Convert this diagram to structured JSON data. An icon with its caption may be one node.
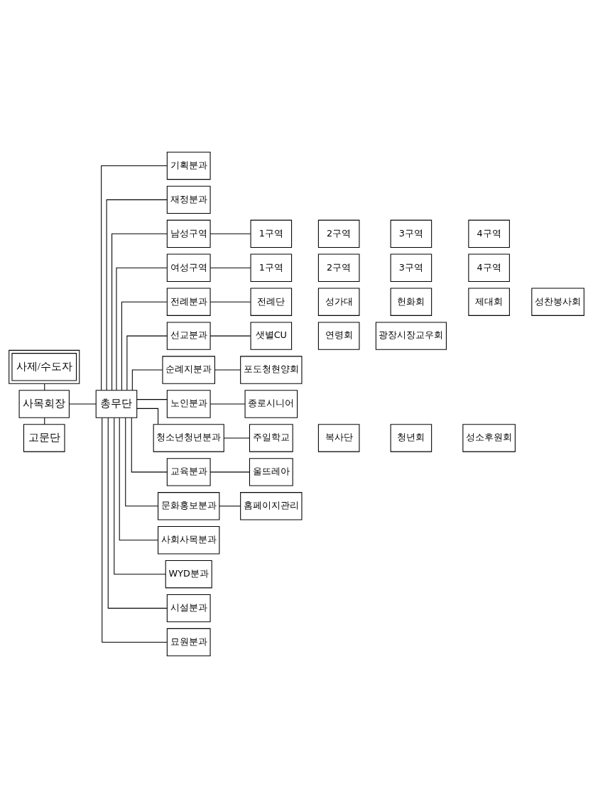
{
  "diagram": {
    "nodes": [
      {
        "text": [
          "사제/수도자"
        ]
      },
      {
        "text": [
          "사목회장"
        ]
      },
      {
        "text": [
          "고문단"
        ]
      },
      {
        "text": [
          "총무단"
        ]
      },
      {
        "text": [
          "기획분과"
        ]
      },
      {
        "text": [
          "재정분과"
        ]
      },
      {
        "text": [
          "남성구역"
        ]
      },
      {
        "text": [
          "여성구역"
        ]
      },
      {
        "text": [
          "전례분과"
        ]
      },
      {
        "text": [
          "선교분과"
        ]
      },
      {
        "text": [
          "순례지분과"
        ]
      },
      {
        "text": [
          "노인분과"
        ]
      },
      {
        "text": [
          "청소년청년분과"
        ]
      },
      {
        "text": [
          "교육분과"
        ]
      },
      {
        "text": [
          "문화홍보분과"
        ]
      },
      {
        "text": [
          "사회사목분과"
        ]
      },
      {
        "text": [
          "WYD분과"
        ]
      },
      {
        "text": [
          "시설분과"
        ]
      },
      {
        "text": [
          "묘원분과"
        ]
      },
      {
        "text": [
          "1구역"
        ]
      },
      {
        "text": [
          "2구역"
        ]
      },
      {
        "text": [
          "3구역"
        ]
      },
      {
        "text": [
          "4구역"
        ]
      },
      {
        "text": [
          "1구역"
        ]
      },
      {
        "text": [
          "2구역"
        ]
      },
      {
        "text": [
          "3구역"
        ]
      },
      {
        "text": [
          "4구역"
        ]
      },
      {
        "text": [
          "전례단"
        ]
      },
      {
        "text": [
          "성가대"
        ]
      },
      {
        "text": [
          "헌화회"
        ]
      },
      {
        "text": [
          "제대회"
        ]
      },
      {
        "text": [
          "성찬봉사회"
        ]
      },
      {
        "text": [
          "샛별CU"
        ]
      },
      {
        "text": [
          "연령회"
        ]
      },
      {
        "text": [
          "광장시장교우회"
        ]
      },
      {
        "text": [
          "포도청현양회"
        ]
      },
      {
        "text": [
          "종로시니어"
        ]
      },
      {
        "text": [
          "주일학교"
        ]
      },
      {
        "text": [
          "복사단"
        ]
      },
      {
        "text": [
          "청년회"
        ]
      },
      {
        "text": [
          "성소후원회"
        ]
      },
      {
        "text": [
          "울뜨레아"
        ]
      },
      {
        "text": [
          "홈페이지관리"
        ]
      }
    ],
    "edges": [
      {
        "from": 0,
        "to": 1,
        "arrow": "none"
      },
      {
        "from": 1,
        "to": 2,
        "arrow": "none"
      },
      {
        "from": 1,
        "to": 3,
        "arrow": "none"
      },
      {
        "from": 3,
        "to": 4,
        "arrow": "none"
      },
      {
        "from": 3,
        "to": 5,
        "arrow": "none"
      },
      {
        "from": 3,
        "to": 6,
        "arrow": "none"
      },
      {
        "from": 3,
        "to": 7,
        "arrow": "none"
      },
      {
        "from": 3,
        "to": 8,
        "arrow": "none"
      },
      {
        "from": 3,
        "to": 9,
        "arrow": "none"
      },
      {
        "from": 3,
        "to": 10,
        "arrow": "none"
      },
      {
        "from": 3,
        "to": 11,
        "arrow": "none"
      },
      {
        "from": 3,
        "to": 12,
        "arrow": "none"
      },
      {
        "from": 3,
        "to": 13,
        "arrow": "none"
      },
      {
        "from": 3,
        "to": 14,
        "arrow": "none"
      },
      {
        "from": 3,
        "to": 15,
        "arrow": "none"
      },
      {
        "from": 3,
        "to": 16,
        "arrow": "none"
      },
      {
        "from": 3,
        "to": 17,
        "arrow": "none"
      },
      {
        "from": 3,
        "to": 18,
        "arrow": "none"
      },
      {
        "from": 6,
        "to": 19,
        "arrow": "none"
      },
      {
        "from": 7,
        "to": 23,
        "arrow": "none"
      },
      {
        "from": 8,
        "to": 27,
        "arrow": "none"
      },
      {
        "from": 9,
        "to": 32,
        "arrow": "none"
      },
      {
        "from": 10,
        "to": 35,
        "arrow": "none"
      },
      {
        "from": 11,
        "to": 36,
        "arrow": "none"
      },
      {
        "from": 12,
        "to": 37,
        "arrow": "none"
      },
      {
        "from": 13,
        "to": 41,
        "arrow": "none"
      },
      {
        "from": 14,
        "to": 42,
        "arrow": "none"
      }
    ]
  }
}
